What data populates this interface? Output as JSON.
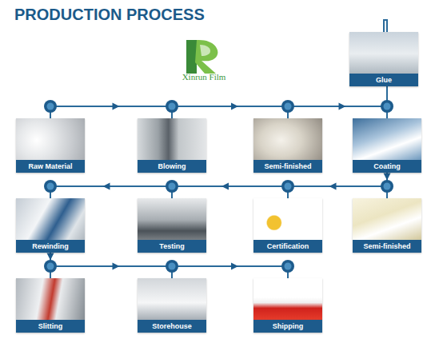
{
  "diagram": {
    "title": "PRODUCTION PROCESS",
    "nodes": [
      {
        "text": [
          "Glue"
        ]
      },
      {
        "text": [
          "Raw Material"
        ]
      },
      {
        "text": [
          "Blowing"
        ]
      },
      {
        "text": [
          "Semi-finished"
        ]
      },
      {
        "text": [
          "Coating"
        ]
      },
      {
        "text": [
          "Rewinding"
        ]
      },
      {
        "text": [
          "Testing"
        ]
      },
      {
        "text": [
          "Certification"
        ]
      },
      {
        "text": [
          "Semi-finished"
        ]
      },
      {
        "text": [
          "Slitting"
        ]
      },
      {
        "text": [
          "Storehouse"
        ]
      },
      {
        "text": [
          "Shipping"
        ]
      }
    ],
    "edges": [
      {
        "from": 1,
        "to": 2,
        "arrow": "to"
      },
      {
        "from": 2,
        "to": 3,
        "arrow": "to"
      },
      {
        "from": 3,
        "to": 4,
        "arrow": "to"
      },
      {
        "from": 0,
        "to": 4,
        "arrow": "none"
      },
      {
        "from": 4,
        "to": 8,
        "arrow": "to"
      },
      {
        "from": 8,
        "to": 7,
        "arrow": "to"
      },
      {
        "from": 7,
        "to": 6,
        "arrow": "to"
      },
      {
        "from": 6,
        "to": 5,
        "arrow": "to"
      },
      {
        "from": 5,
        "to": 9,
        "arrow": "to"
      },
      {
        "from": 9,
        "to": 10,
        "arrow": "to"
      },
      {
        "from": 10,
        "to": 11,
        "arrow": "to"
      }
    ],
    "labels": [
      "Xinrun Film"
    ]
  }
}
